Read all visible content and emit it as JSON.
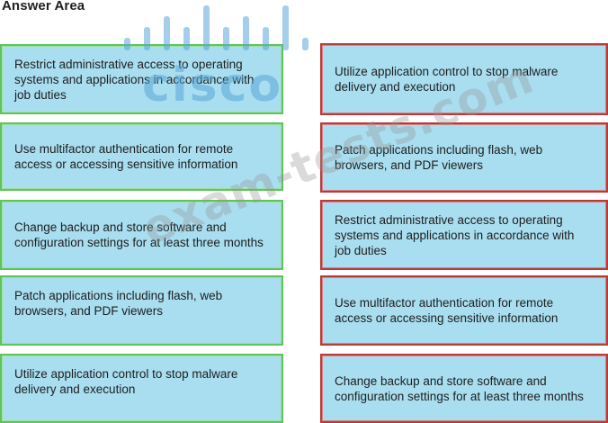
{
  "title": "Answer Area",
  "watermarks": {
    "logo_text": "cisco",
    "site_text": "exam-tests.com"
  },
  "colors": {
    "box_fill": "#a9def0",
    "left_border": "#5fc25f",
    "right_border": "#b93a3a"
  },
  "left_items": [
    {
      "label": "Restrict administrative access to operating systems and applications in accordance with job duties"
    },
    {
      "label": "Use multifactor authentication for remote access or accessing sensitive information"
    },
    {
      "label": "Change backup and store software and configuration settings for at least three months"
    },
    {
      "label": "Patch applications including flash, web browsers, and PDF viewers"
    },
    {
      "label": "Utilize application control to stop malware delivery and execution"
    }
  ],
  "right_items": [
    {
      "label": "Utilize application control to stop malware delivery and execution"
    },
    {
      "label": "Patch applications including flash, web browsers, and PDF viewers"
    },
    {
      "label": "Restrict administrative access to operating systems and applications in accordance with job duties"
    },
    {
      "label": "Use multifactor authentication for remote access or accessing sensitive information"
    },
    {
      "label": "Change backup and store software and configuration settings for at least three months"
    }
  ]
}
